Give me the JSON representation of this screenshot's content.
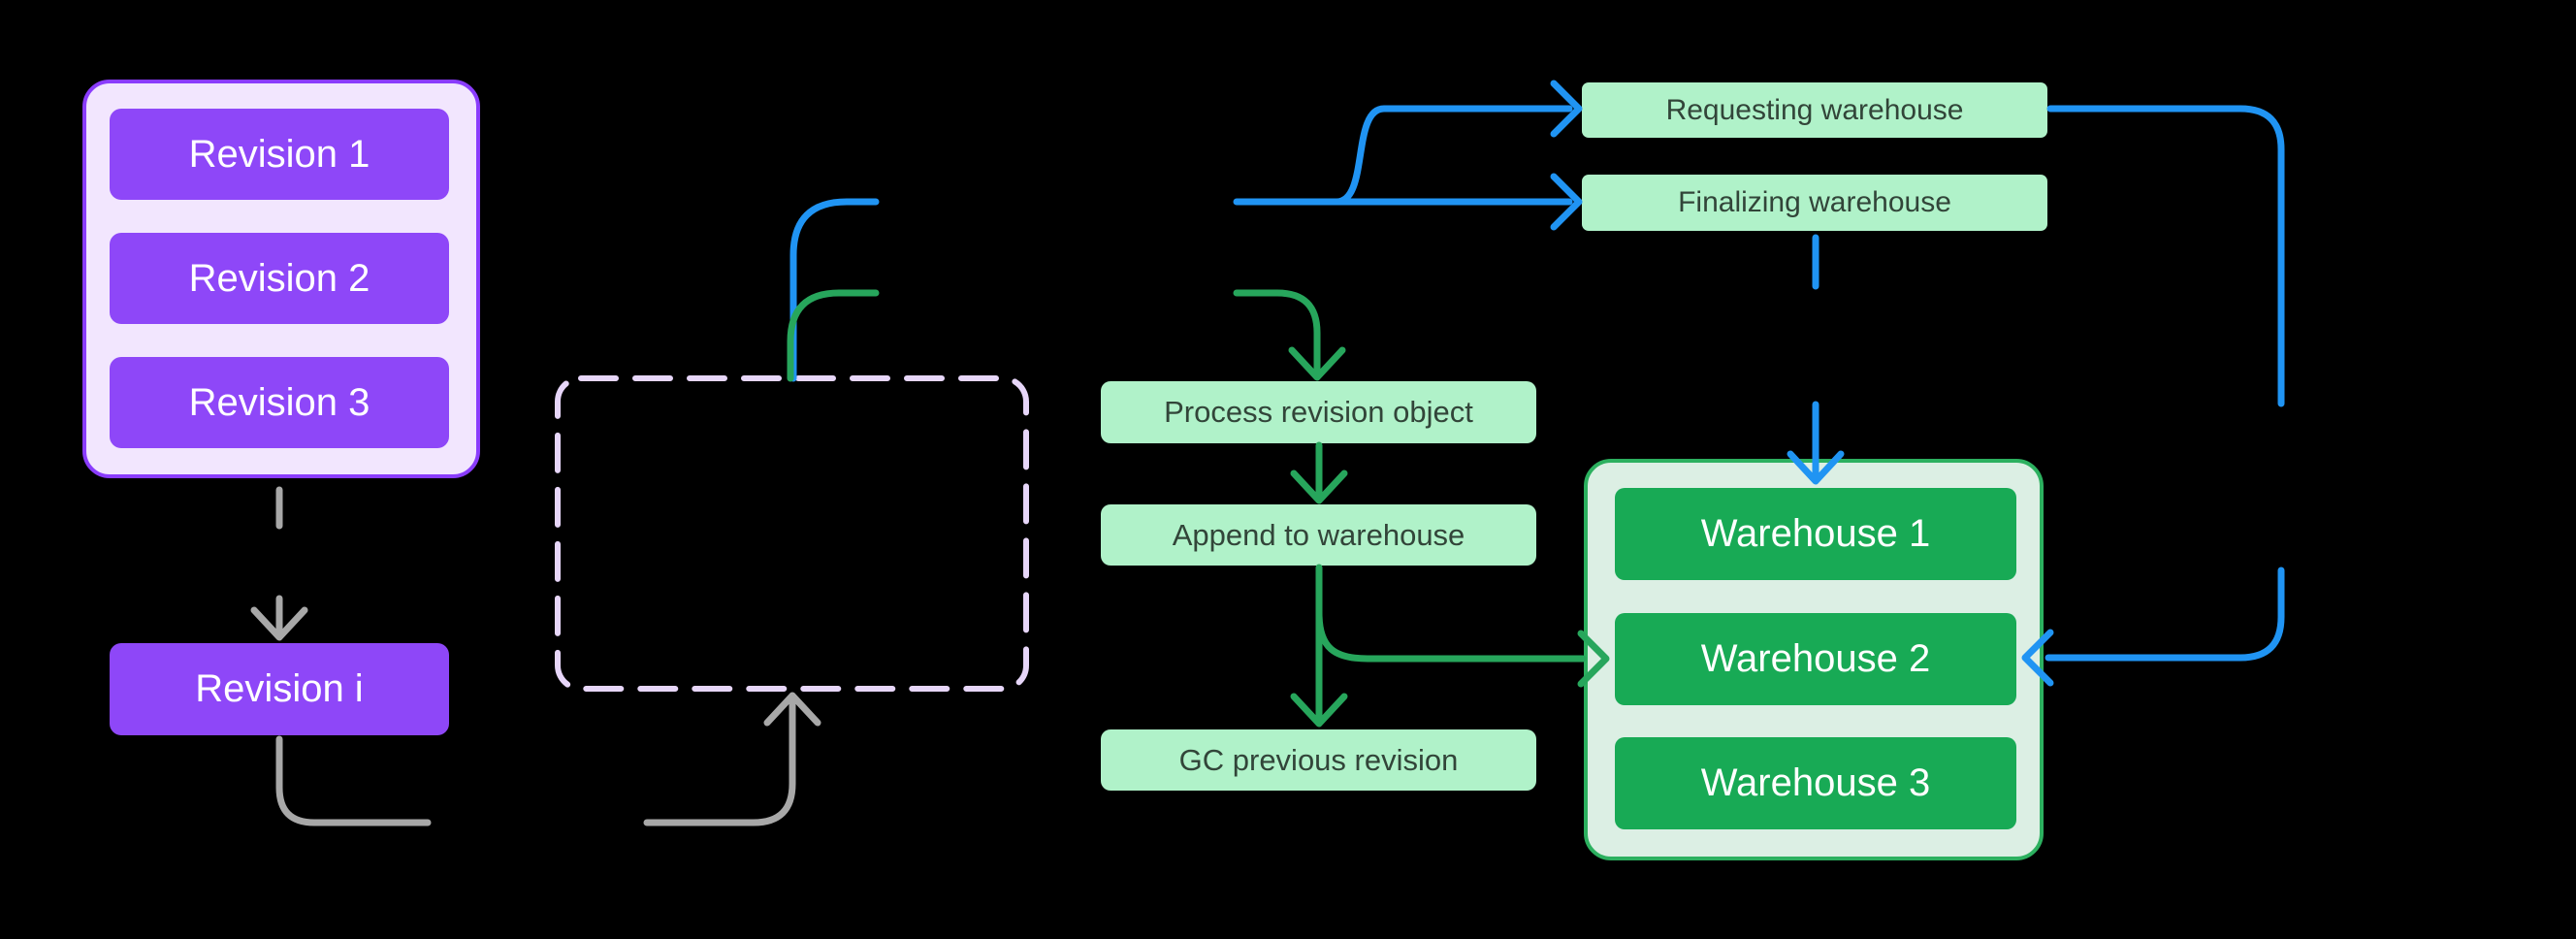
{
  "colors": {
    "background": "#000000",
    "purple_border": "#8a3cfc",
    "purple_container_fill": "#f2e6fe",
    "purple_box_fill": "#8e47f8",
    "dashed_box_stroke": "#e7d6f9",
    "gray_line": "#a8a8a8",
    "blue_line": "#2094f3",
    "green_line": "#27a65c",
    "light_green_fill": "#b0f2c9",
    "dark_green_text": "#324539",
    "warehouse_container_fill": "#dcefe4",
    "warehouse_container_border": "#2cb05f",
    "warehouse_box_fill": "#18aa55",
    "white_text": "#ffffff"
  },
  "revision_stack": {
    "items": [
      "Revision 1",
      "Revision 2",
      "Revision 3"
    ]
  },
  "revision_i": {
    "label": "Revision i"
  },
  "staging": {
    "requesting": "Requesting warehouse",
    "finalizing": "Finalizing warehouse"
  },
  "pipeline": {
    "steps": [
      "Process revision object",
      "Append to warehouse",
      "GC previous revision"
    ]
  },
  "warehouse_stack": {
    "items": [
      "Warehouse 1",
      "Warehouse 2",
      "Warehouse 3"
    ]
  }
}
